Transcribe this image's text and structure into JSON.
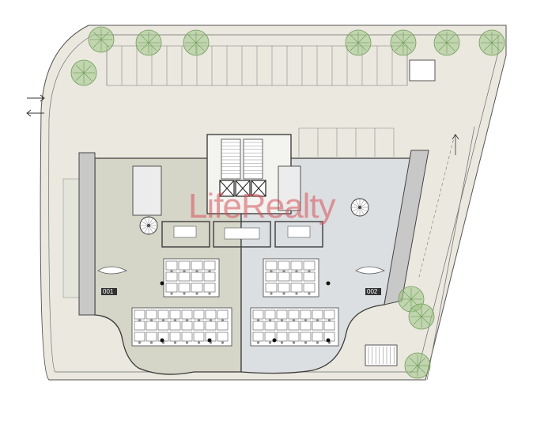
{
  "units": {
    "left": "001",
    "right": "002"
  },
  "watermark": "LifeRealty",
  "colors": {
    "site": "#ebe8df",
    "unit_left": "#d5d5c8",
    "unit_right": "#dcdfe1",
    "core": "#f3f3f0",
    "tree": "#9fc486",
    "watermark": "#d6505a"
  },
  "icons": [
    "tree-icon",
    "arrow-right-icon",
    "arrow-left-icon",
    "spiral-stair-icon",
    "elevator-icon"
  ]
}
